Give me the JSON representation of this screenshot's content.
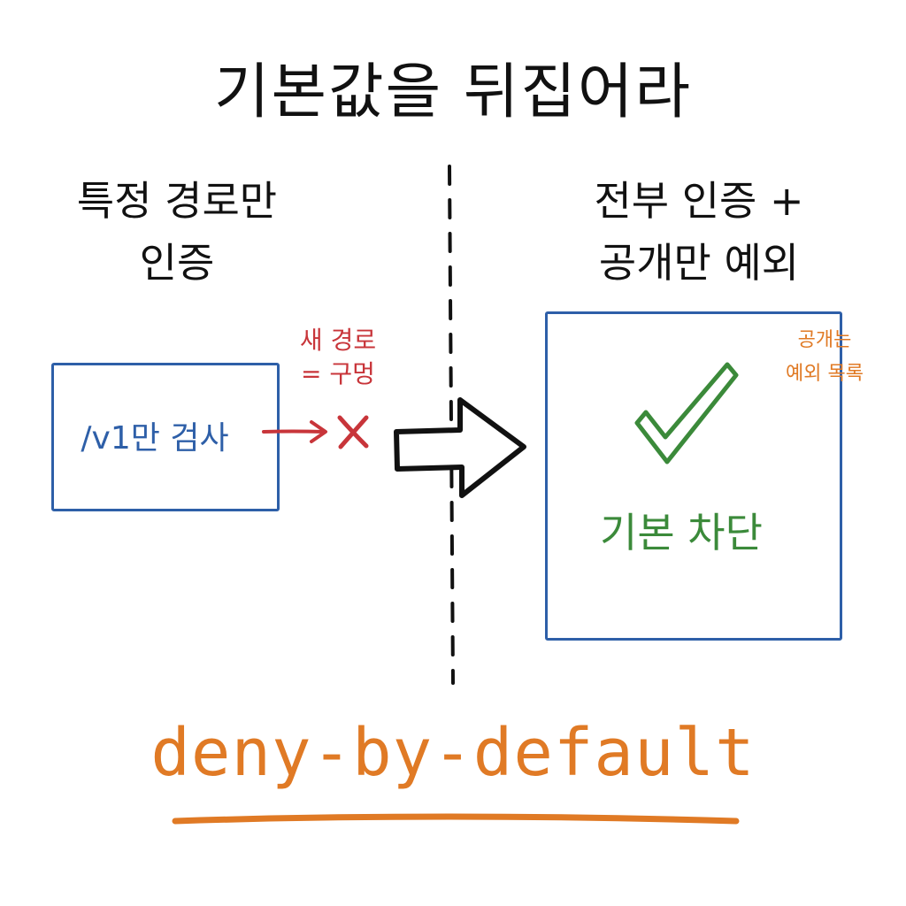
{
  "title": "기본값을 뒤집어라",
  "left": {
    "heading_line1": "특정 경로만",
    "heading_line2": "인증",
    "box_text": "/v1만 검사",
    "note_line1": "새 경로",
    "note_line2": "= 구멍"
  },
  "right": {
    "heading_line1": "전부 인증 +",
    "heading_line2": "공개만 예외",
    "box_text": "기본 차단",
    "note_line1": "공개는",
    "note_line2": "예외 목록"
  },
  "footer": {
    "text": "deny-by-default"
  },
  "icons": {
    "cross": "cross-icon",
    "check": "check-icon",
    "arrow": "right-arrow-icon"
  },
  "colors": {
    "ink": "#111111",
    "blue": "#2e5fa8",
    "red": "#c8353a",
    "green": "#3b8a3a",
    "orange": "#e07a25"
  }
}
